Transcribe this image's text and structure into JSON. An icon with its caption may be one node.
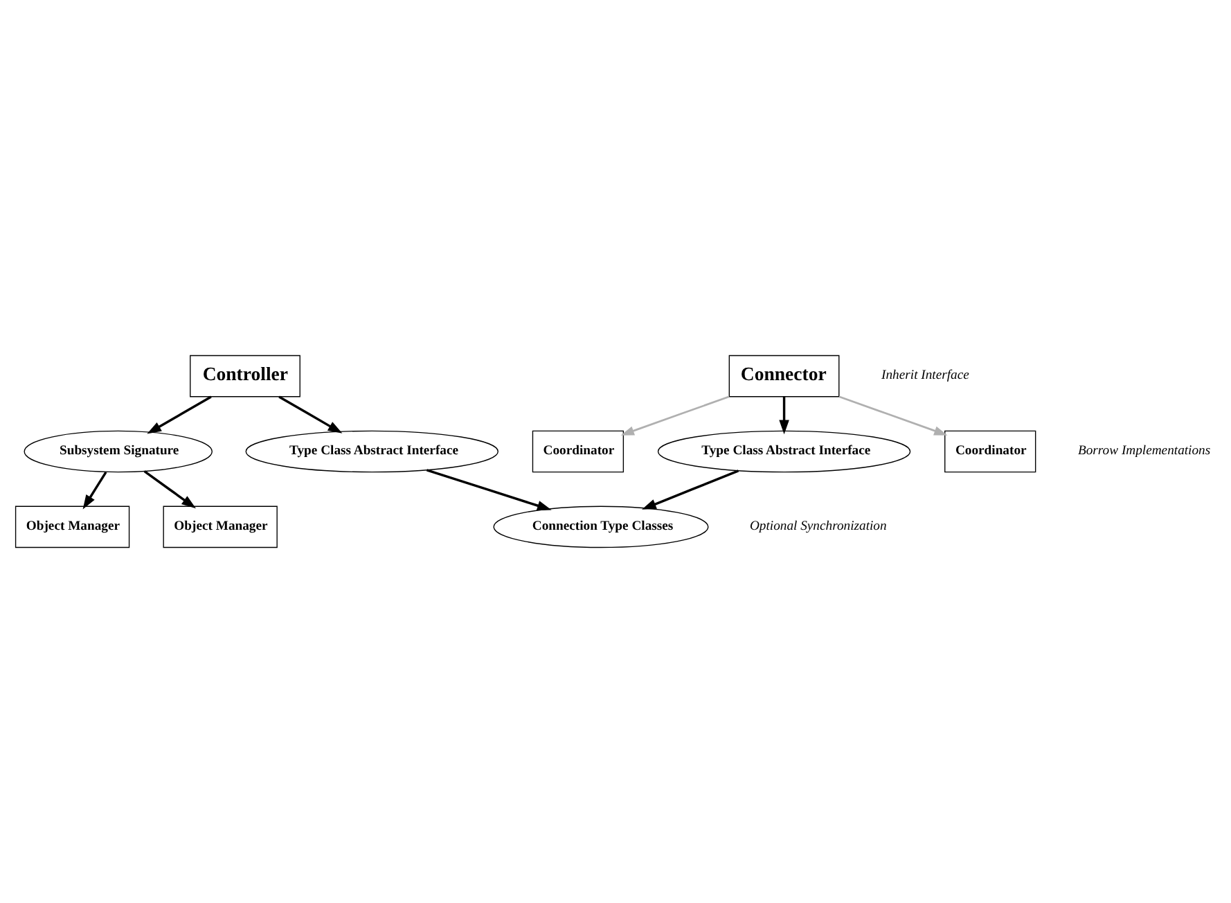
{
  "diagram": {
    "nodes": [
      {
        "text": [
          "Connection Type Classes"
        ]
      },
      {
        "text": [
          "Type Class Abstract Interface"
        ]
      },
      {
        "text": [
          "Type Class Abstract Interface"
        ]
      },
      {
        "text": [
          "Controller"
        ]
      },
      {
        "text": [
          "Connector"
        ]
      },
      {
        "text": [
          "Subsystem Signature"
        ]
      },
      {
        "text": [
          "Coordinator"
        ]
      },
      {
        "text": [
          "Coordinator"
        ]
      },
      {
        "text": [
          "Object Manager"
        ]
      },
      {
        "text": [
          "Object Manager"
        ]
      }
    ],
    "edges": [
      {
        "from": 1,
        "to": 0,
        "arrow": "to"
      },
      {
        "from": 2,
        "to": 0,
        "arrow": "to"
      },
      {
        "from": 3,
        "to": 1,
        "arrow": "to"
      },
      {
        "from": 4,
        "to": 2,
        "arrow": "to"
      },
      {
        "from": 3,
        "to": 5,
        "arrow": "to"
      },
      {
        "from": 4,
        "to": 6,
        "arrow": "to",
        "color": "#b0b0b0"
      },
      {
        "from": 4,
        "to": 7,
        "arrow": "to",
        "color": "#b0b0b0"
      },
      {
        "from": 5,
        "to": 8,
        "arrow": "to"
      },
      {
        "from": 5,
        "to": 9,
        "arrow": "to"
      }
    ],
    "labels": [
      "Inherit Interface",
      "Borrow Implementations",
      "Optional Synchronization"
    ]
  }
}
